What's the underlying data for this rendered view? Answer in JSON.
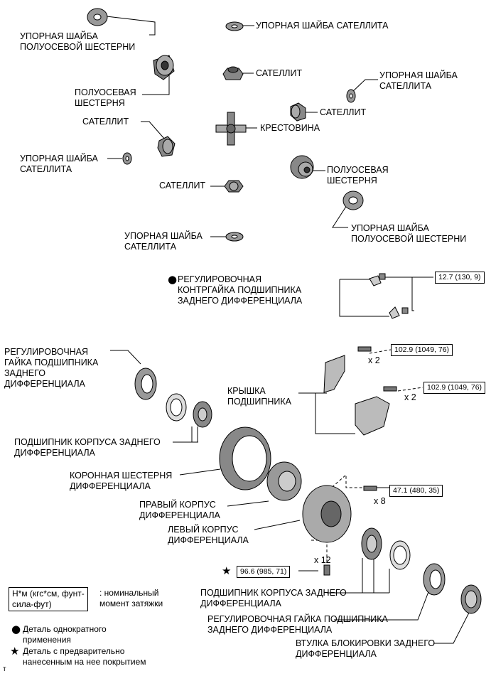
{
  "labels": {
    "thrust_washer_side_gear_1": [
      "УПОРНАЯ ШАЙБА",
      "ПОЛУОСЕВОЙ ШЕСТЕРНИ"
    ],
    "thrust_washer_pinion_top": [
      "УПОРНАЯ ШАЙБА САТЕЛЛИТА"
    ],
    "side_gear_1": [
      "ПОЛУОСЕВАЯ",
      "ШЕСТЕРНЯ"
    ],
    "pinion_1": [
      "САТЕЛЛИТ"
    ],
    "thrust_washer_pinion_right": [
      "УПОРНАЯ ШАЙБА",
      "САТЕЛЛИТА"
    ],
    "pinion_2": [
      "САТЕЛЛИТ"
    ],
    "pinion_3": [
      "САТЕЛЛИТ"
    ],
    "cross_shaft": [
      "КРЕСТОВИНА"
    ],
    "thrust_washer_pinion_left": [
      "УПОРНАЯ ШАЙБА",
      "САТЕЛЛИТА"
    ],
    "side_gear_2": [
      "ПОЛУОСЕВАЯ",
      "ШЕСТЕРНЯ"
    ],
    "pinion_4": [
      "САТЕЛЛИТ"
    ],
    "thrust_washer_side_gear_2": [
      "УПОРНАЯ ШАЙБА",
      "ПОЛУОСЕВОЙ ШЕСТЕРНИ"
    ],
    "thrust_washer_pinion_bottom": [
      "УПОРНАЯ ШАЙБА",
      "САТЕЛЛИТА"
    ],
    "lock_nut": [
      "РЕГУЛИРОВОЧНАЯ",
      "КОНТРГАЙКА ПОДШИПНИКА",
      "ЗАДНЕГО ДИФФЕРЕНЦИАЛА"
    ],
    "adjusting_nut_left": [
      "РЕГУЛИРОВОЧНАЯ",
      "ГАЙКА ПОДШИПНИКА",
      "ЗАДНЕГО",
      "ДИФФЕРЕНЦИАЛА"
    ],
    "bearing_cap": [
      "КРЫШКА",
      "ПОДШИПНИКА"
    ],
    "bearing_left": [
      "ПОДШИПНИК КОРПУСА ЗАДНЕГО",
      "ДИФФЕРЕНЦИАЛА"
    ],
    "ring_gear": [
      "КОРОННАЯ ШЕСТЕРНЯ",
      "ДИФФЕРЕНЦИАЛА"
    ],
    "right_case": [
      "ПРАВЫЙ КОРПУС",
      "ДИФФЕРЕНЦИАЛА"
    ],
    "left_case": [
      "ЛЕВЫЙ КОРПУС",
      "ДИФФЕРЕНЦИАЛА"
    ],
    "bearing_right": [
      "ПОДШИПНИК КОРПУСА ЗАДНЕГО",
      "ДИФФЕРЕНЦИАЛА"
    ],
    "adjusting_nut_right": [
      "РЕГУЛИРОВОЧНАЯ ГАЙКА ПОДШИПНИКА",
      "ЗАДНЕГО ДИФФЕРЕНЦИАЛА"
    ],
    "lock_sleeve": [
      "ВТУЛКА БЛОКИРОВКИ ЗАДНЕГО",
      "ДИФФЕРЕНЦИАЛА"
    ]
  },
  "torques": {
    "lock_nut": "12.7 (130, 9)",
    "cap_upper": "102.9 (1049, 76)",
    "cap_lower": "102.9 (1049, 76)",
    "case_bolts": "47.1 (480, 35)",
    "ring_gear_bolts": "96.6 (985, 71)"
  },
  "multipliers": {
    "cap_upper": "x 2",
    "cap_lower": "x 2",
    "case_bolts": "x 8",
    "ring_gear_bolts": "x 12"
  },
  "legend": {
    "torque_unit": [
      "Н*м (кгс*см, фунт-",
      "сила-фут)"
    ],
    "torque_desc": [
      ": номинальный",
      "момент затяжки"
    ],
    "circle_desc": [
      "Деталь однократного",
      "применения"
    ],
    "star_desc": [
      "Деталь с предварительно",
      "нанесенным на нее покрытием"
    ],
    "circle_icon": "●",
    "star_icon": "★"
  },
  "footer_mark": "т"
}
